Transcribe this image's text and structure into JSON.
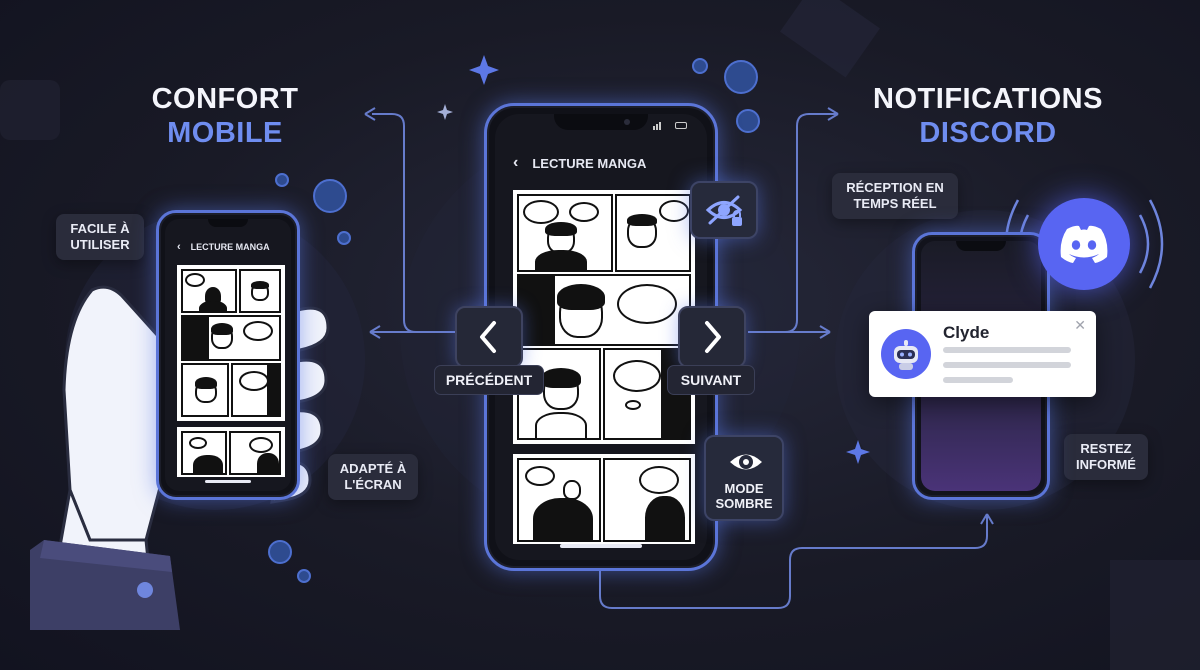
{
  "left": {
    "heading_line1": "CONFORT",
    "heading_line2": "MOBILE",
    "chip_easy": "FACILE À UTILISER",
    "chip_adapted": "ADAPTÉ À L'ÉCRAN",
    "phone_title": "LECTURE MANGA"
  },
  "center": {
    "phone_title": "LECTURE MANGA",
    "prev_label": "PRÉCÉDENT",
    "next_label": "SUIVANT",
    "dark_mode_label": "MODE SOMBRE"
  },
  "right": {
    "heading_line1": "NOTIFICATIONS",
    "heading_line2": "DISCORD",
    "chip_realtime": "RÉCEPTION EN TEMPS RÉEL",
    "chip_informed": "RESTEZ INFORMÉ",
    "notif_sender": "Clyde"
  },
  "icons": {
    "back": "chevron-left-icon",
    "prev": "chevron-left-icon",
    "next": "chevron-right-icon",
    "eye_off": "eye-slash-icon",
    "eye": "eye-icon",
    "discord": "discord-logo-icon",
    "bot": "clyde-bot-avatar-icon",
    "close": "close-icon",
    "hand": "hand-icon"
  },
  "colors": {
    "accent_blue": "#6f8df0",
    "discord_blurple": "#5865f2",
    "background": "#191a26",
    "phone_glow": "#5b75d8"
  }
}
